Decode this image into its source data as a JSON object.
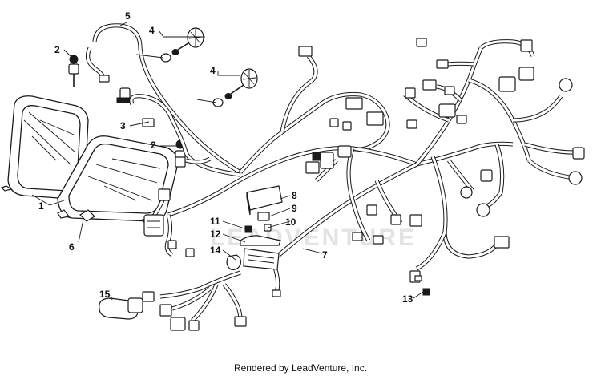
{
  "watermark": "LEADVENTURE",
  "footer": "Rendered by LeadVenture, Inc.",
  "callouts": [
    "1",
    "2",
    "2",
    "3",
    "4",
    "4",
    "5",
    "6",
    "7",
    "8",
    "9",
    "10",
    "11",
    "12",
    "13",
    "14",
    "15"
  ]
}
